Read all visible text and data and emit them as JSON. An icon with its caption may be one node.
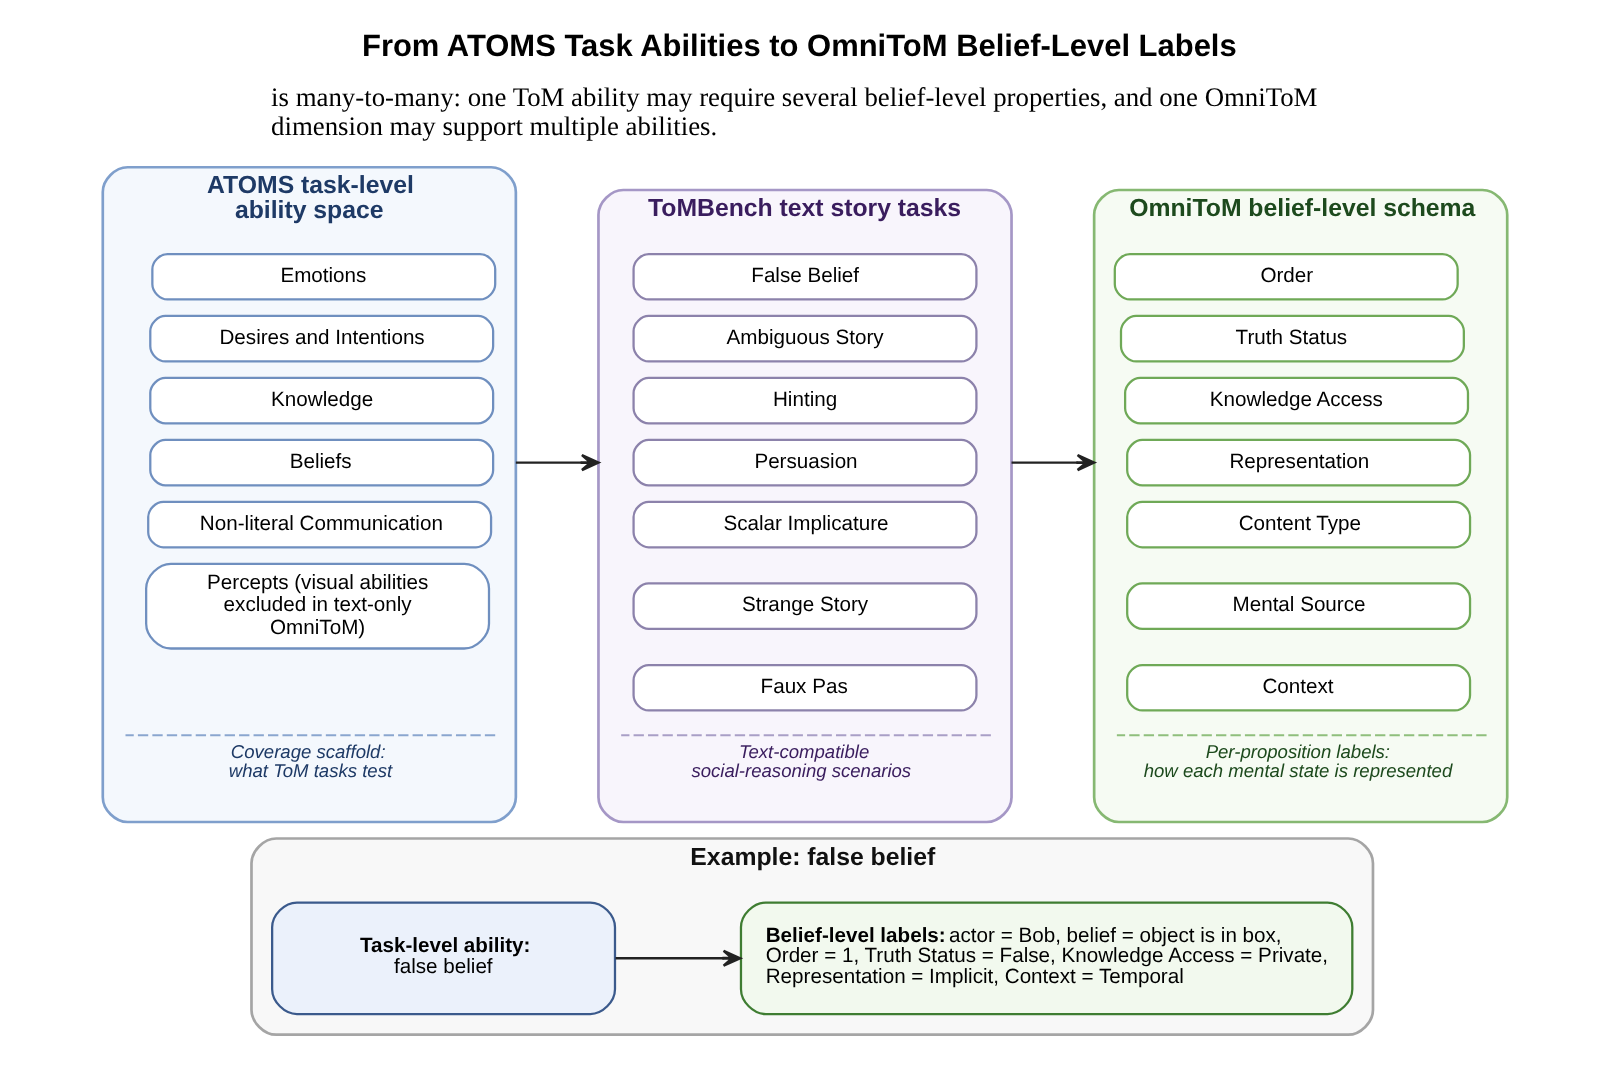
{
  "diagram": {
    "title": "From ATOMS Task Abilities to OmniToM Belief-Level Labels",
    "nodes": [
      {
        "text": [
          "ATOMS task-level ability space",
          "Coverage scaffold: what ToM tasks test"
        ]
      },
      {
        "text": [
          "Emotions"
        ],
        "in": 0
      },
      {
        "text": [
          "Desires and Intentions"
        ],
        "in": 0
      },
      {
        "text": [
          "Knowledge"
        ],
        "in": 0
      },
      {
        "text": [
          "Beliefs"
        ],
        "in": 0
      },
      {
        "text": [
          "Non-literal Communication"
        ],
        "in": 0
      },
      {
        "text": [
          "Percepts (visual abilities excluded in text-only OmniToM)"
        ],
        "in": 0
      },
      {
        "text": [
          "ToMBench text story tasks",
          "Text-compatible social-reasoning scenarios"
        ]
      },
      {
        "text": [
          "False Belief"
        ],
        "in": 7
      },
      {
        "text": [
          "Ambiguous Story"
        ],
        "in": 7
      },
      {
        "text": [
          "Hinting"
        ],
        "in": 7
      },
      {
        "text": [
          "Persuasion"
        ],
        "in": 7
      },
      {
        "text": [
          "Scalar Implicature"
        ],
        "in": 7
      },
      {
        "text": [
          "Strange Story"
        ],
        "in": 7
      },
      {
        "text": [
          "Faux Pas"
        ],
        "in": 7
      },
      {
        "text": [
          "OmniToM belief-level schema",
          "Per-proposition labels: how each mental state is represented"
        ]
      },
      {
        "text": [
          "Order"
        ],
        "in": 15
      },
      {
        "text": [
          "Truth Status"
        ],
        "in": 15
      },
      {
        "text": [
          "Knowledge Access"
        ],
        "in": 15
      },
      {
        "text": [
          "Representation"
        ],
        "in": 15
      },
      {
        "text": [
          "Content Type"
        ],
        "in": 15
      },
      {
        "text": [
          "Mental Source"
        ],
        "in": 15
      },
      {
        "text": [
          "Context"
        ],
        "in": 15
      },
      {
        "text": [
          "Example: false belief"
        ]
      },
      {
        "text": [
          "Task-level ability:",
          "false belief"
        ],
        "in": 23
      },
      {
        "text": [
          "**Belief-level labels:** actor = Bob, belief = object is in box, Order = 1, Truth Status = False, Knowledge Access = Private, Representation = Implicit, Context = Temporal"
        ],
        "in": 23
      }
    ],
    "edges": [
      {
        "from": 0,
        "to": 7,
        "arrow": "to"
      },
      {
        "from": 7,
        "to": 15,
        "arrow": "to"
      },
      {
        "from": 24,
        "to": 25,
        "arrow": "to"
      }
    ],
    "labels": [
      "is many-to-many: one ToM ability may require several belief-level properties, and one OmniToM dimension may support multiple abilities."
    ]
  }
}
